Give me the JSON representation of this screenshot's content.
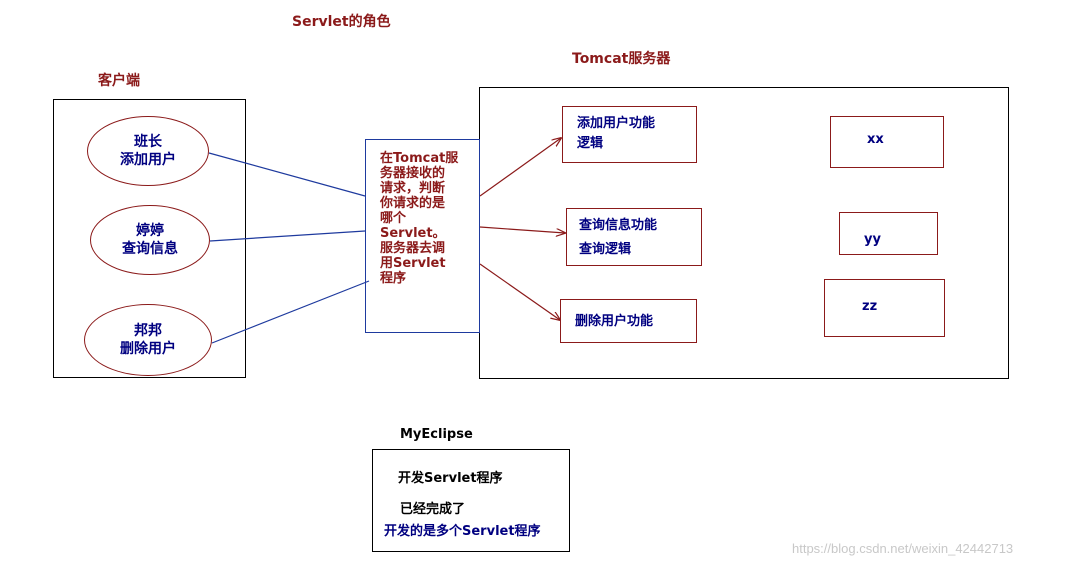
{
  "title": "Servlet的角色",
  "client": {
    "label": "客户端",
    "users": [
      {
        "line1": "班长",
        "line2": "添加用户"
      },
      {
        "line1": "婷婷",
        "line2": "查询信息"
      },
      {
        "line1": "邦邦",
        "line2": "删除用户"
      }
    ]
  },
  "server": {
    "label": "Tomcat服务器",
    "center_lines": [
      "在Tomcat服",
      "务器接收的",
      "请求，判断",
      "你请求的是",
      "哪个",
      "Servlet。",
      "服务器去调",
      "用Servlet",
      "程序"
    ],
    "functions": [
      {
        "line1": "添加用户功能",
        "line2": "逻辑"
      },
      {
        "line1": "查询信息功能",
        "line2": "查询逻辑"
      },
      {
        "line1": "删除用户功能",
        "line2": ""
      }
    ],
    "servlets": [
      "xx",
      "yy",
      "zz"
    ]
  },
  "ide": {
    "label": "MyEclipse",
    "line1": "开发Servlet程序",
    "line2": "已经完成了",
    "line3": "开发的是多个Servlet程序"
  },
  "watermark": "https://blog.csdn.net/weixin_42442713",
  "colors": {
    "connector_blue": "#1e3a9e",
    "arrow_red": "#8b1a1a",
    "text_navy": "#000080"
  }
}
